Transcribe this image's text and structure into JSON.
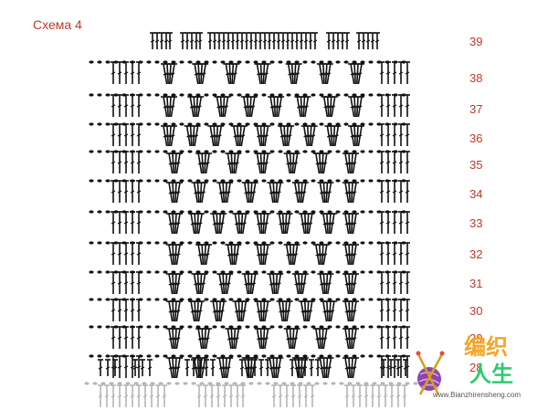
{
  "diagram": {
    "title": "Схема 4",
    "row_numbers": [
      "39",
      "38",
      "37",
      "36",
      "35",
      "34",
      "33",
      "32",
      "31",
      "30",
      "29",
      "28"
    ]
  },
  "logo": {
    "line1": "编织",
    "line2": "人生",
    "url": "www.Bianzhirensheng.com",
    "colors": {
      "orange": "#f5a623",
      "green": "#2ecc71",
      "purple": "#8e44ad",
      "red": "#e74c3c"
    }
  },
  "colors": {
    "stitch": "#111111",
    "label": "#c0392b",
    "faded": "#b5b5b5"
  }
}
